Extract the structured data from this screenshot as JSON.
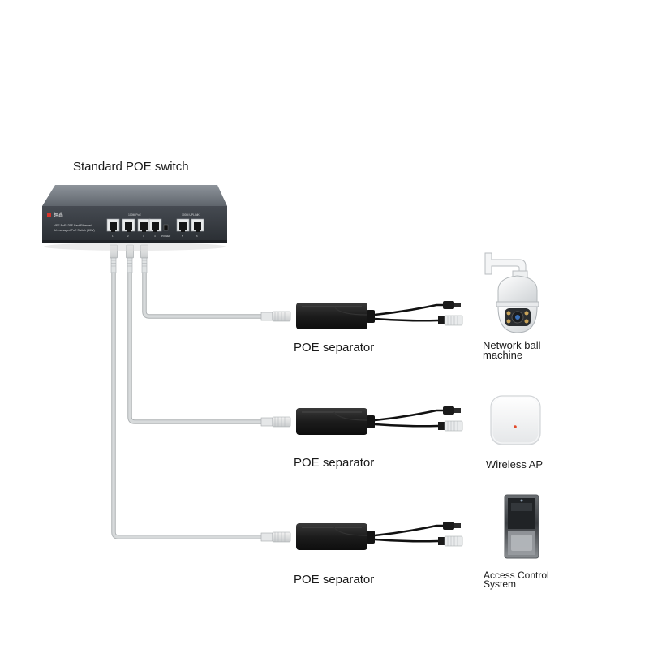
{
  "switch": {
    "title": "Standard POE switch",
    "brand": "翱鑫",
    "spec_line1": "4FE PoE+2FE Fast Ethernet",
    "spec_line2": "Unmanaged PoE Switch (60W)",
    "group_poe_label": "100M PoE",
    "group_uplink_label": "100M UPLINK",
    "power_label": "POWER",
    "port_numbers": [
      "1",
      "2",
      "3",
      "4",
      "5",
      "6"
    ]
  },
  "branches": [
    {
      "separator_label": "POE separator",
      "device_label_lines": [
        "Network ball",
        "machine"
      ],
      "device_icon": "ptz-dome-camera-icon"
    },
    {
      "separator_label": "POE separator",
      "device_label_lines": [
        "Wireless AP"
      ],
      "device_icon": "wireless-ap-icon"
    },
    {
      "separator_label": "POE separator",
      "device_label_lines": [
        "Access Control",
        "System"
      ],
      "device_icon": "access-control-panel-icon"
    }
  ],
  "colors": {
    "cable": "#d7dadb",
    "cable_edge": "#aeb2b4",
    "switch_body": "#3b3f45",
    "separator_body": "#1d1d1d",
    "ap_led": "#e24a2a"
  }
}
